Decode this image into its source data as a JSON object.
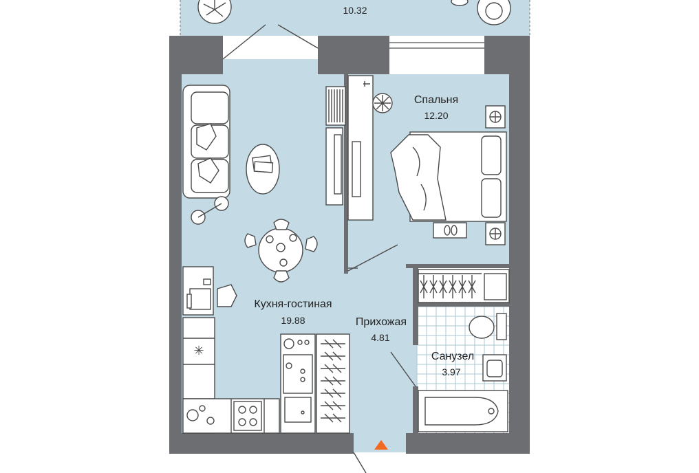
{
  "rooms": {
    "balcony": {
      "area": "10.32"
    },
    "bedroom": {
      "name": "Спальня",
      "area": "12.20"
    },
    "kitchen_living": {
      "name": "Кухня-гостиная",
      "area": "19.88"
    },
    "hallway": {
      "name": "Прихожая",
      "area": "4.81"
    },
    "bathroom": {
      "name": "Санузел",
      "area": "3.97"
    }
  },
  "colors": {
    "wall": "#6d6e71",
    "floor": "#c4dbe6",
    "entrance_marker": "#f26a21",
    "furniture_stroke": "#4a4a4a"
  },
  "icons": {
    "entrance": "entrance-arrow-icon",
    "ceiling_fan": "asterisk-icon"
  }
}
